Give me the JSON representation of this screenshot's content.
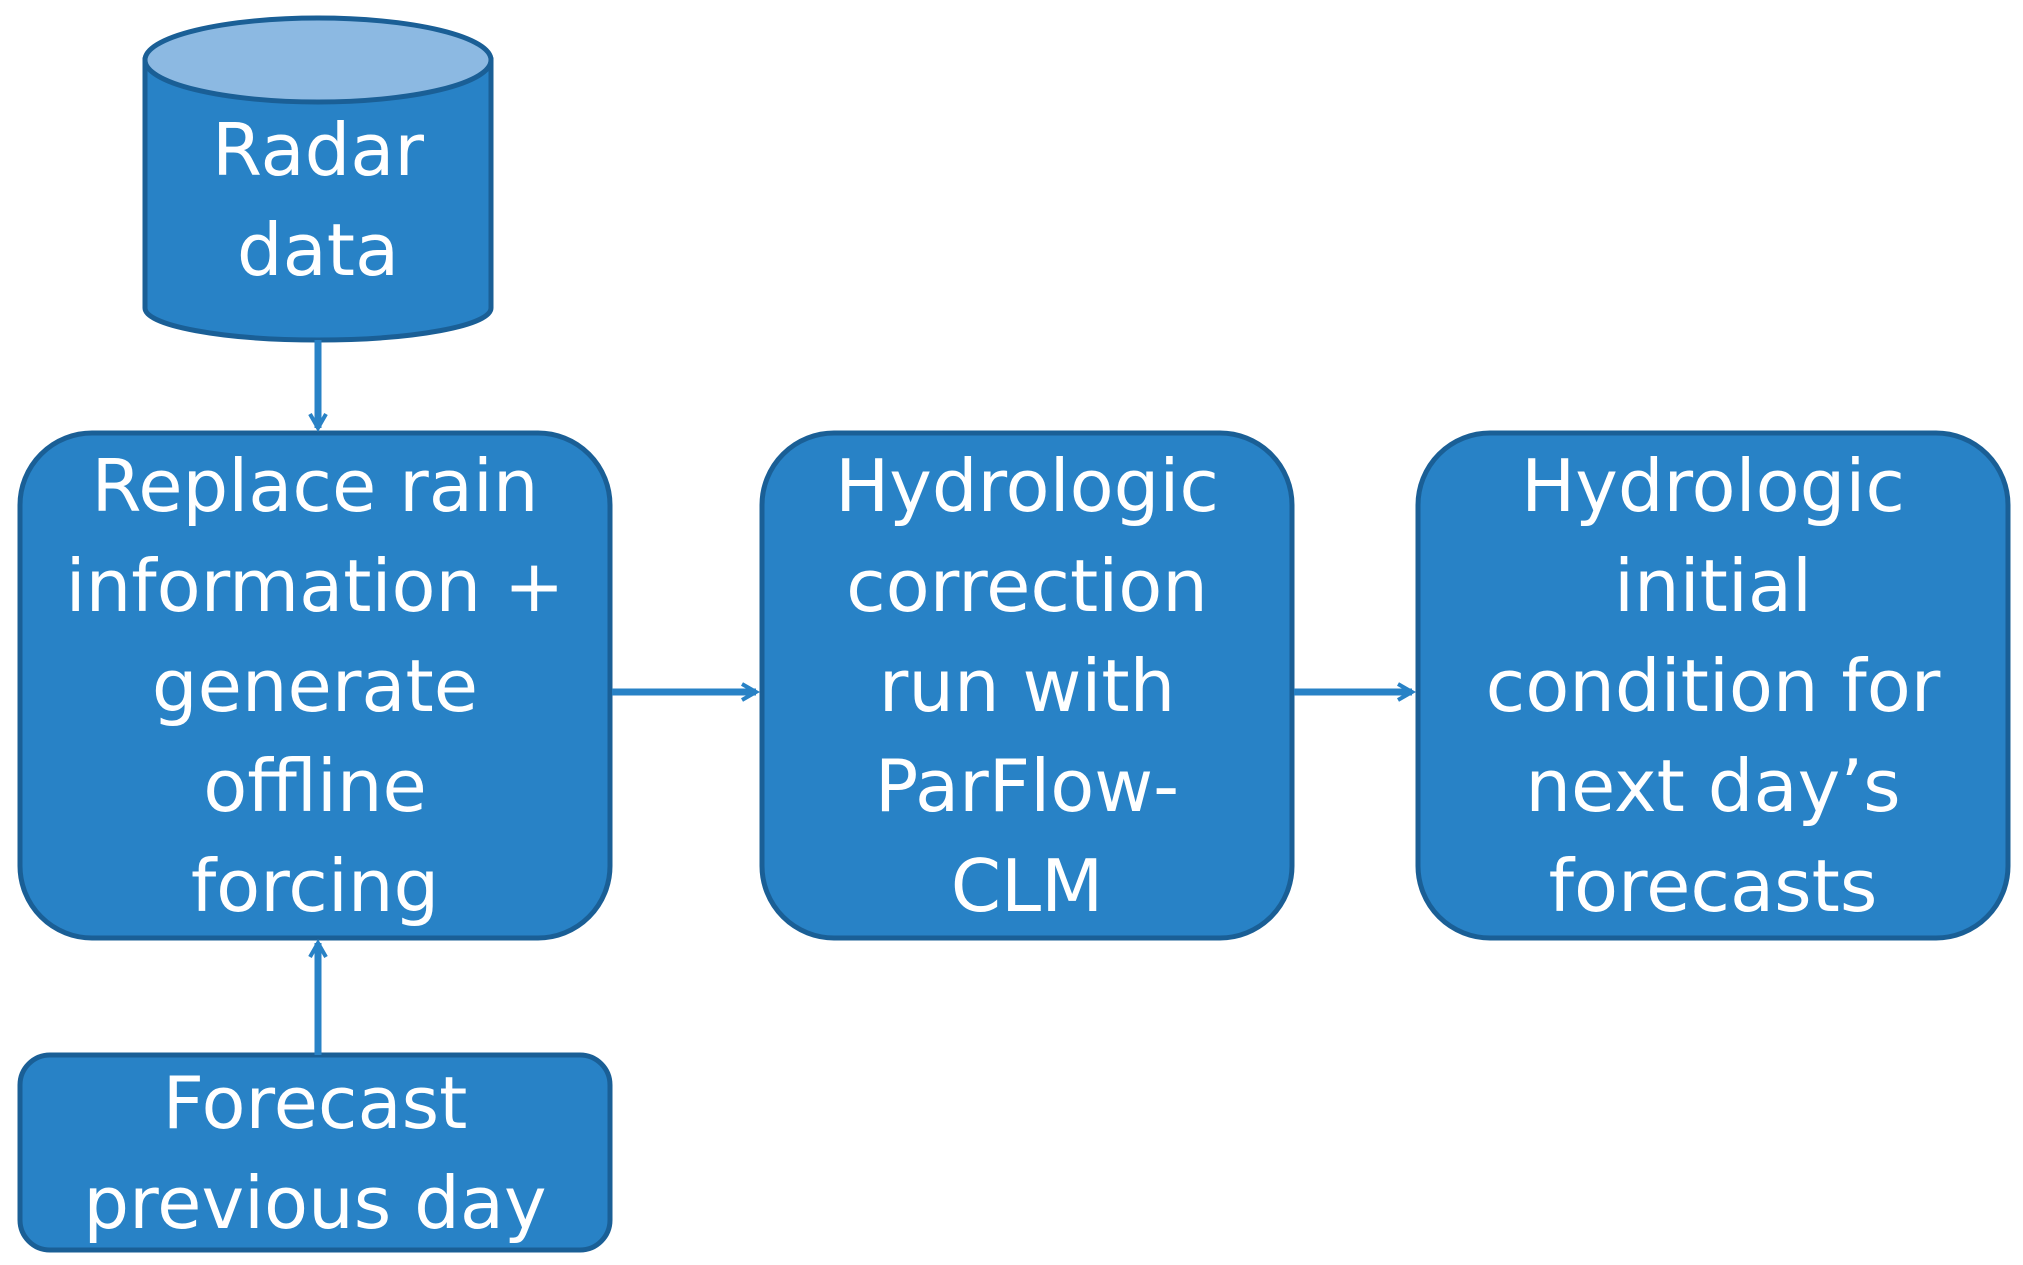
{
  "colors": {
    "node_fill": "#2882c6",
    "node_stroke": "#1a5f96",
    "cylinder_top": "#8cb9e2",
    "arrow": "#2882c6",
    "text": "#ffffff"
  },
  "nodes": {
    "radar": {
      "label": "Radar\ndata"
    },
    "replace": {
      "label": "Replace rain\ninformation +\ngenerate\noffline\nforcing"
    },
    "forecast": {
      "label": "Forecast\nprevious day"
    },
    "hydro_correction": {
      "label": "Hydrologic\ncorrection\nrun with\nParFlow-\nCLM"
    },
    "hydro_initial": {
      "label": "Hydrologic\ninitial\ncondition for\nnext day’s\nforecasts"
    }
  }
}
